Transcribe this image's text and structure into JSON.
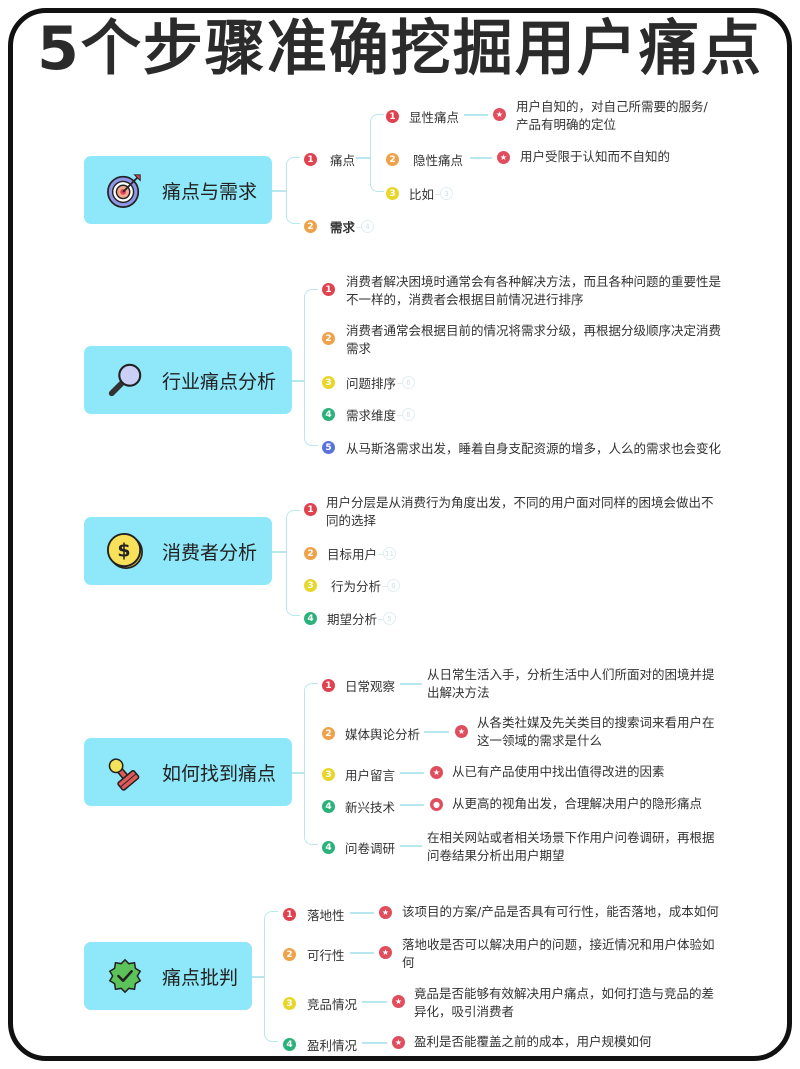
{
  "title": "5个步骤准确挖掘用户痛点",
  "colors": {
    "root_bg": "#8ee8f9",
    "connector": "#b9e7ee",
    "num1": "#e0434f",
    "num2": "#eea24a",
    "num3": "#e9d62a",
    "num4": "#2bb27a",
    "num5": "#5a73d8",
    "star": "#e04e5e"
  },
  "sections": [
    {
      "root": {
        "label": "痛点与需求",
        "icon": "target-icon"
      },
      "children": [
        {
          "num": "1",
          "label": "痛点",
          "children": [
            {
              "num": "1",
              "label": "显性痛点",
              "note_icon": "star-icon",
              "note": "用户自知的，对自己所需要的服务/产品有明确的定位",
              "note_lines": [
                "用户自知的，对自己所需要的服务/",
                "产品有明确的定位"
              ]
            },
            {
              "num": "2",
              "label": "隐性痛点",
              "note_icon": "star-icon",
              "note": "用户受限于认知而不自知的"
            },
            {
              "num": "3",
              "label": "比如",
              "collapsed_count": "3"
            }
          ]
        },
        {
          "num": "2",
          "label": "需求",
          "collapsed_count": "4"
        }
      ]
    },
    {
      "root": {
        "label": "行业痛点分析",
        "icon": "magnifier-icon"
      },
      "children": [
        {
          "num": "1",
          "lines": [
            "消费者解决困境时通常会有各种解决方法，而且各种问题的重要性是",
            "不一样的，消费者会根据目前情况进行排序"
          ]
        },
        {
          "num": "2",
          "lines": [
            "消费者通常会根据目前的情况将需求分级，再根据分级顺序决定消费",
            "需求"
          ]
        },
        {
          "num": "3",
          "label": "问题排序",
          "collapsed_count": "6"
        },
        {
          "num": "4",
          "label": "需求维度",
          "collapsed_count": "8"
        },
        {
          "num": "5",
          "label": "从马斯洛需求出发，睡着自身支配资源的增多，人么的需求也会变化"
        }
      ]
    },
    {
      "root": {
        "label": "消费者分析",
        "icon": "dollar-coin-icon"
      },
      "children": [
        {
          "num": "1",
          "lines": [
            "用户分层是从消费行为角度出发，不同的用户面对同样的困境会做出不",
            "同的选择"
          ]
        },
        {
          "num": "2",
          "label": "目标用户",
          "collapsed_count": "11"
        },
        {
          "num": "3",
          "label": "行为分析",
          "collapsed_count": "8"
        },
        {
          "num": "4",
          "label": "期望分析",
          "collapsed_count": "5"
        }
      ]
    },
    {
      "root": {
        "label": "如何找到痛点",
        "icon": "stamp-icon"
      },
      "children": [
        {
          "num": "1",
          "label": "日常观察",
          "note_lines": [
            "从日常生活入手，分析生活中人们所面对的困境并提",
            "出解决方法"
          ]
        },
        {
          "num": "2",
          "label": "媒体舆论分析",
          "note_icon": "star-icon",
          "note_lines": [
            "从各类社媒及先关类目的搜索词来看用户在",
            "这一领域的需求是什么"
          ]
        },
        {
          "num": "3",
          "label": "用户留言",
          "note_icon": "star-icon",
          "note_lines": [
            "从已有产品使用中找出值得改进的因素"
          ]
        },
        {
          "num": "4",
          "label": "新兴技术",
          "note_icon": "person-icon",
          "note_lines": [
            "从更高的视角出发，合理解决用户的隐形痛点"
          ]
        },
        {
          "num": "4",
          "label": "问卷调研",
          "note_lines": [
            "在相关网站或者相关场景下作用户问卷调研，再根据",
            "问卷结果分析出用户期望"
          ]
        }
      ]
    },
    {
      "root": {
        "label": "痛点批判",
        "icon": "verified-badge-icon"
      },
      "children": [
        {
          "num": "1",
          "label": "落地性",
          "note_icon": "star-icon",
          "note_lines": [
            "该项目的方案/产品是否具有可行性，能否落地，成本如何"
          ]
        },
        {
          "num": "2",
          "label": "可行性",
          "note_icon": "star-icon",
          "note_lines": [
            "落地收是否可以解决用户的问题，接近情况和用户体验如",
            "何"
          ]
        },
        {
          "num": "3",
          "label": "竞品情况",
          "note_icon": "star-icon",
          "note_lines": [
            "竟品是否能够有效解决用户痛点，如何打造与竞品的差",
            "异化，吸引消费者"
          ]
        },
        {
          "num": "4",
          "label": "盈利情况",
          "note_icon": "star-icon",
          "note_lines": [
            "盈利是否能覆盖之前的成本，用户规模如何"
          ]
        }
      ]
    }
  ]
}
